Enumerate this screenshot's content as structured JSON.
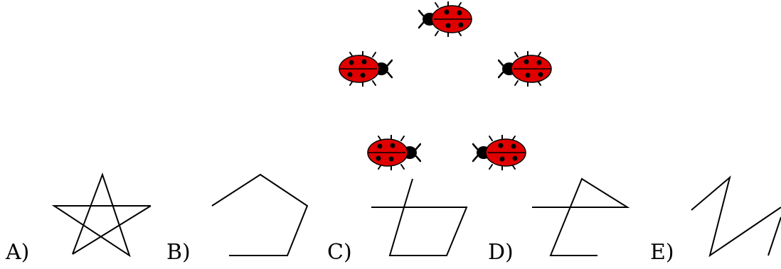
{
  "top_text": "... ... ... ... ... ... ... ... ... ... ... ... ...",
  "colors": {
    "ladybug_body": "#e00000",
    "ladybug_head": "#000000",
    "line": "#000000"
  },
  "ladybug_icon": "ladybug-icon",
  "options": [
    {
      "id": "A",
      "label": "A)",
      "figure": "star"
    },
    {
      "id": "B",
      "label": "B)",
      "figure": "open-pentagon"
    },
    {
      "id": "C",
      "label": "C)",
      "figure": "parallelogram-crossed"
    },
    {
      "id": "D",
      "label": "D)",
      "figure": "zigzag-triangle"
    },
    {
      "id": "E",
      "label": "E)",
      "figure": "zigzag"
    }
  ]
}
